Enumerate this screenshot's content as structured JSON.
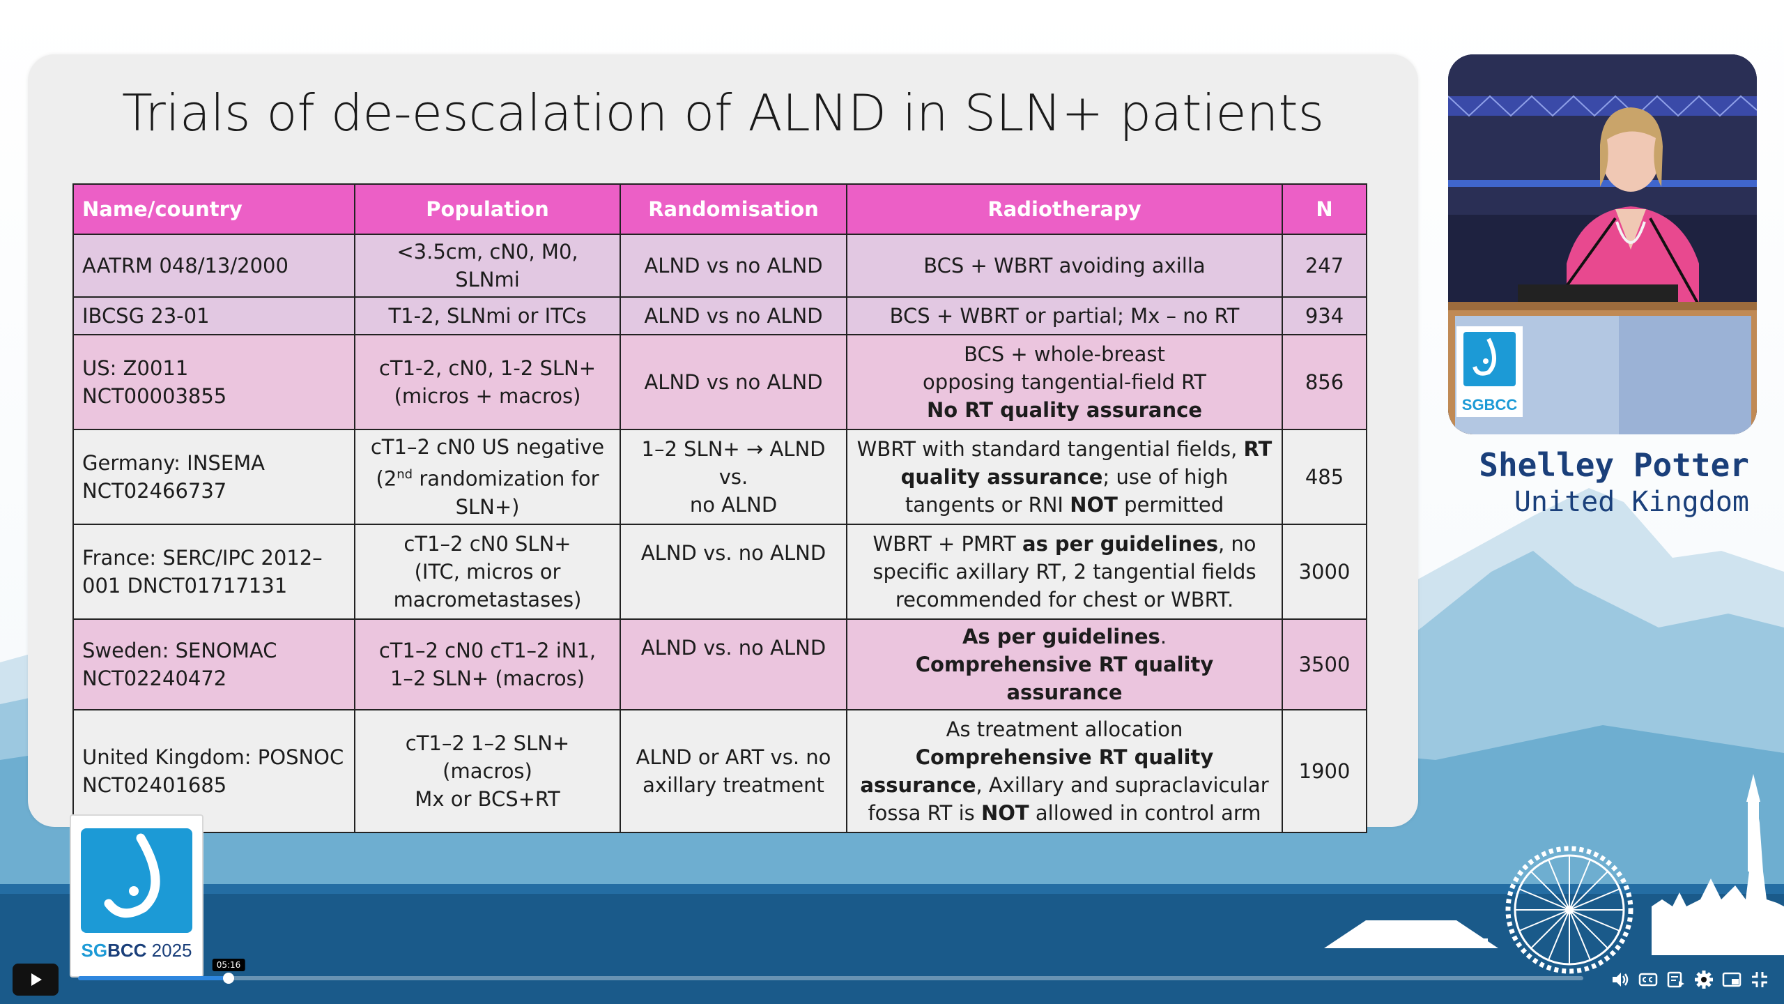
{
  "slide": {
    "title": "Trials of de-escalation of ALND in SLN+ patients"
  },
  "table": {
    "headers": [
      "Name/country",
      "Population",
      "Randomisation",
      "Radiotherapy",
      "N"
    ],
    "rows": [
      {
        "name": "AATRM 048/13/2000",
        "population": "<3.5cm, cN0, M0, SLNmi",
        "randomisation": "ALND vs no ALND",
        "radiotherapy": "BCS + WBRT avoiding axilla",
        "n": "247"
      },
      {
        "name": "IBCSG 23-01",
        "population": "T1-2, SLNmi or ITCs",
        "randomisation": "ALND vs no ALND",
        "radiotherapy": "BCS + WBRT or partial; Mx – no RT",
        "n": "934"
      },
      {
        "name_l1": "US: Z0011",
        "name_l2": "NCT00003855",
        "population_l1": "cT1-2, cN0, 1-2 SLN+",
        "population_l2": "(micros + macros)",
        "randomisation": "ALND vs no ALND",
        "rt_l1": "BCS + whole-breast",
        "rt_l2": "opposing tangential-field RT",
        "rt_l3_bold": "No RT quality assurance",
        "n": "856"
      },
      {
        "name_l1": "Germany: INSEMA",
        "name_l2": "NCT02466737",
        "population_l1": "cT1–2 cN0 US negative",
        "population_l2a": "(2",
        "population_sup": "nd",
        "population_l2b": " randomization for",
        "population_l3": "SLN+)",
        "randomisation_l1": "1–2 SLN+ → ALND vs.",
        "randomisation_l2": "no ALND",
        "rt_a": "WBRT with standard tangential fields, ",
        "rt_b_bold": "RT quality assurance",
        "rt_c": "; use of high tangents or RNI ",
        "rt_d_bold": "NOT",
        "rt_e": " permitted",
        "n": "485"
      },
      {
        "name_l1": "France: SERC/IPC 2012–",
        "name_l2": "001 DNCT01717131",
        "population_l1": "cT1–2 cN0 SLN+",
        "population_l2": "(ITC, micros or",
        "population_l3": "macrometastases)",
        "randomisation": "ALND vs. no ALND",
        "rt_a": "WBRT + PMRT ",
        "rt_b_bold": "as per guidelines",
        "rt_c": ", no specific axillary RT, 2 tangential fields recommended for chest or WBRT.",
        "n": "3000"
      },
      {
        "name_l1": "Sweden: SENOMAC",
        "name_l2": "NCT02240472",
        "population_l1": "cT1–2 cN0 cT1–2 iN1,",
        "population_l2": "1–2 SLN+ (macros)",
        "randomisation": "ALND vs. no ALND",
        "rt_a_bold": "As per guidelines",
        "rt_a_tail": ".",
        "rt_b_bold": "Comprehensive RT quality assurance",
        "n": "3500"
      },
      {
        "name_l1": "United Kingdom: POSNOC",
        "name_l2": "NCT02401685",
        "population_l1": "cT1–2 1–2 SLN+ (macros)",
        "population_l2": "Mx or BCS+RT",
        "randomisation_l1": "ALND or ART vs. no",
        "randomisation_l2": "axillary treatment",
        "rt_a": "As treatment allocation ",
        "rt_b_bold": "Comprehensive RT quality assurance",
        "rt_c": ", Axillary and supraclavicular fossa RT is ",
        "rt_d_bold": "NOT",
        "rt_e": " allowed in control arm",
        "n": "1900"
      }
    ]
  },
  "speaker": {
    "name": "Shelley Potter",
    "country": "United Kingdom",
    "podium_logo": "SGBCC"
  },
  "event_logo": {
    "text_sg": "SG",
    "text_bcc": "BCC",
    "text_year": " 2025",
    "color_blue": "#1c9ad6",
    "color_dark": "#1a3f7a"
  },
  "player": {
    "timestamp": "05:16",
    "progress": 0.1,
    "accent": "#2e86de",
    "icons": [
      "play-icon",
      "volume-icon",
      "captions-icon",
      "queue-icon",
      "settings-icon",
      "miniplayer-icon",
      "fullscreen-exit-icon"
    ]
  },
  "colors": {
    "header_pink": "#ec5fc6",
    "row_purple": "#e2c8e2",
    "row_pink": "#ebc5de",
    "row_plain": "#efefef",
    "band_dark": "#1a5a8a"
  }
}
